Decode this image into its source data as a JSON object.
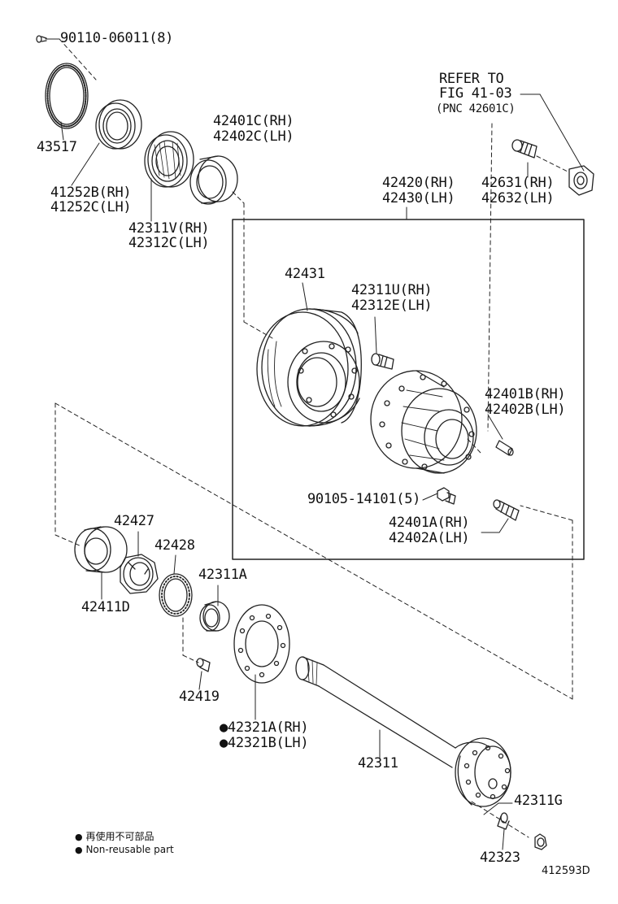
{
  "labels": {
    "p90110": "90110-06011(8)",
    "p43517": "43517",
    "p41252b": "41252B(RH)",
    "p41252c": "41252C(LH)",
    "p42311v": "42311V(RH)",
    "p42312c": "42312C(LH)",
    "p42401c": "42401C(RH)",
    "p42402c": "42402C(LH)",
    "refer1": "REFER TO",
    "refer2": "FIG 41-03",
    "refer3": "(PNC 42601C)",
    "p42420": "42420(RH)",
    "p42430": "42430(LH)",
    "p42631": "42631(RH)",
    "p42632": "42632(LH)",
    "p42431": "42431",
    "p42311u": "42311U(RH)",
    "p42312e": "42312E(LH)",
    "p42401b": "42401B(RH)",
    "p42402b": "42402B(LH)",
    "p90105": "90105-14101(5)",
    "p42401a": "42401A(RH)",
    "p42402a": "42402A(LH)",
    "p42427": "42427",
    "p42428": "42428",
    "p42311a": "42311A",
    "p42411d": "42411D",
    "p42419": "42419",
    "p42321a": "●42321A(RH)",
    "p42321b": "●42321B(LH)",
    "p42311": "42311",
    "p42311g": "42311G",
    "p42323": "42323"
  },
  "legend": {
    "jp": "再使用不可部品",
    "en": "Non-reusable part",
    "bullet": "●"
  },
  "figure_id": "412593D"
}
